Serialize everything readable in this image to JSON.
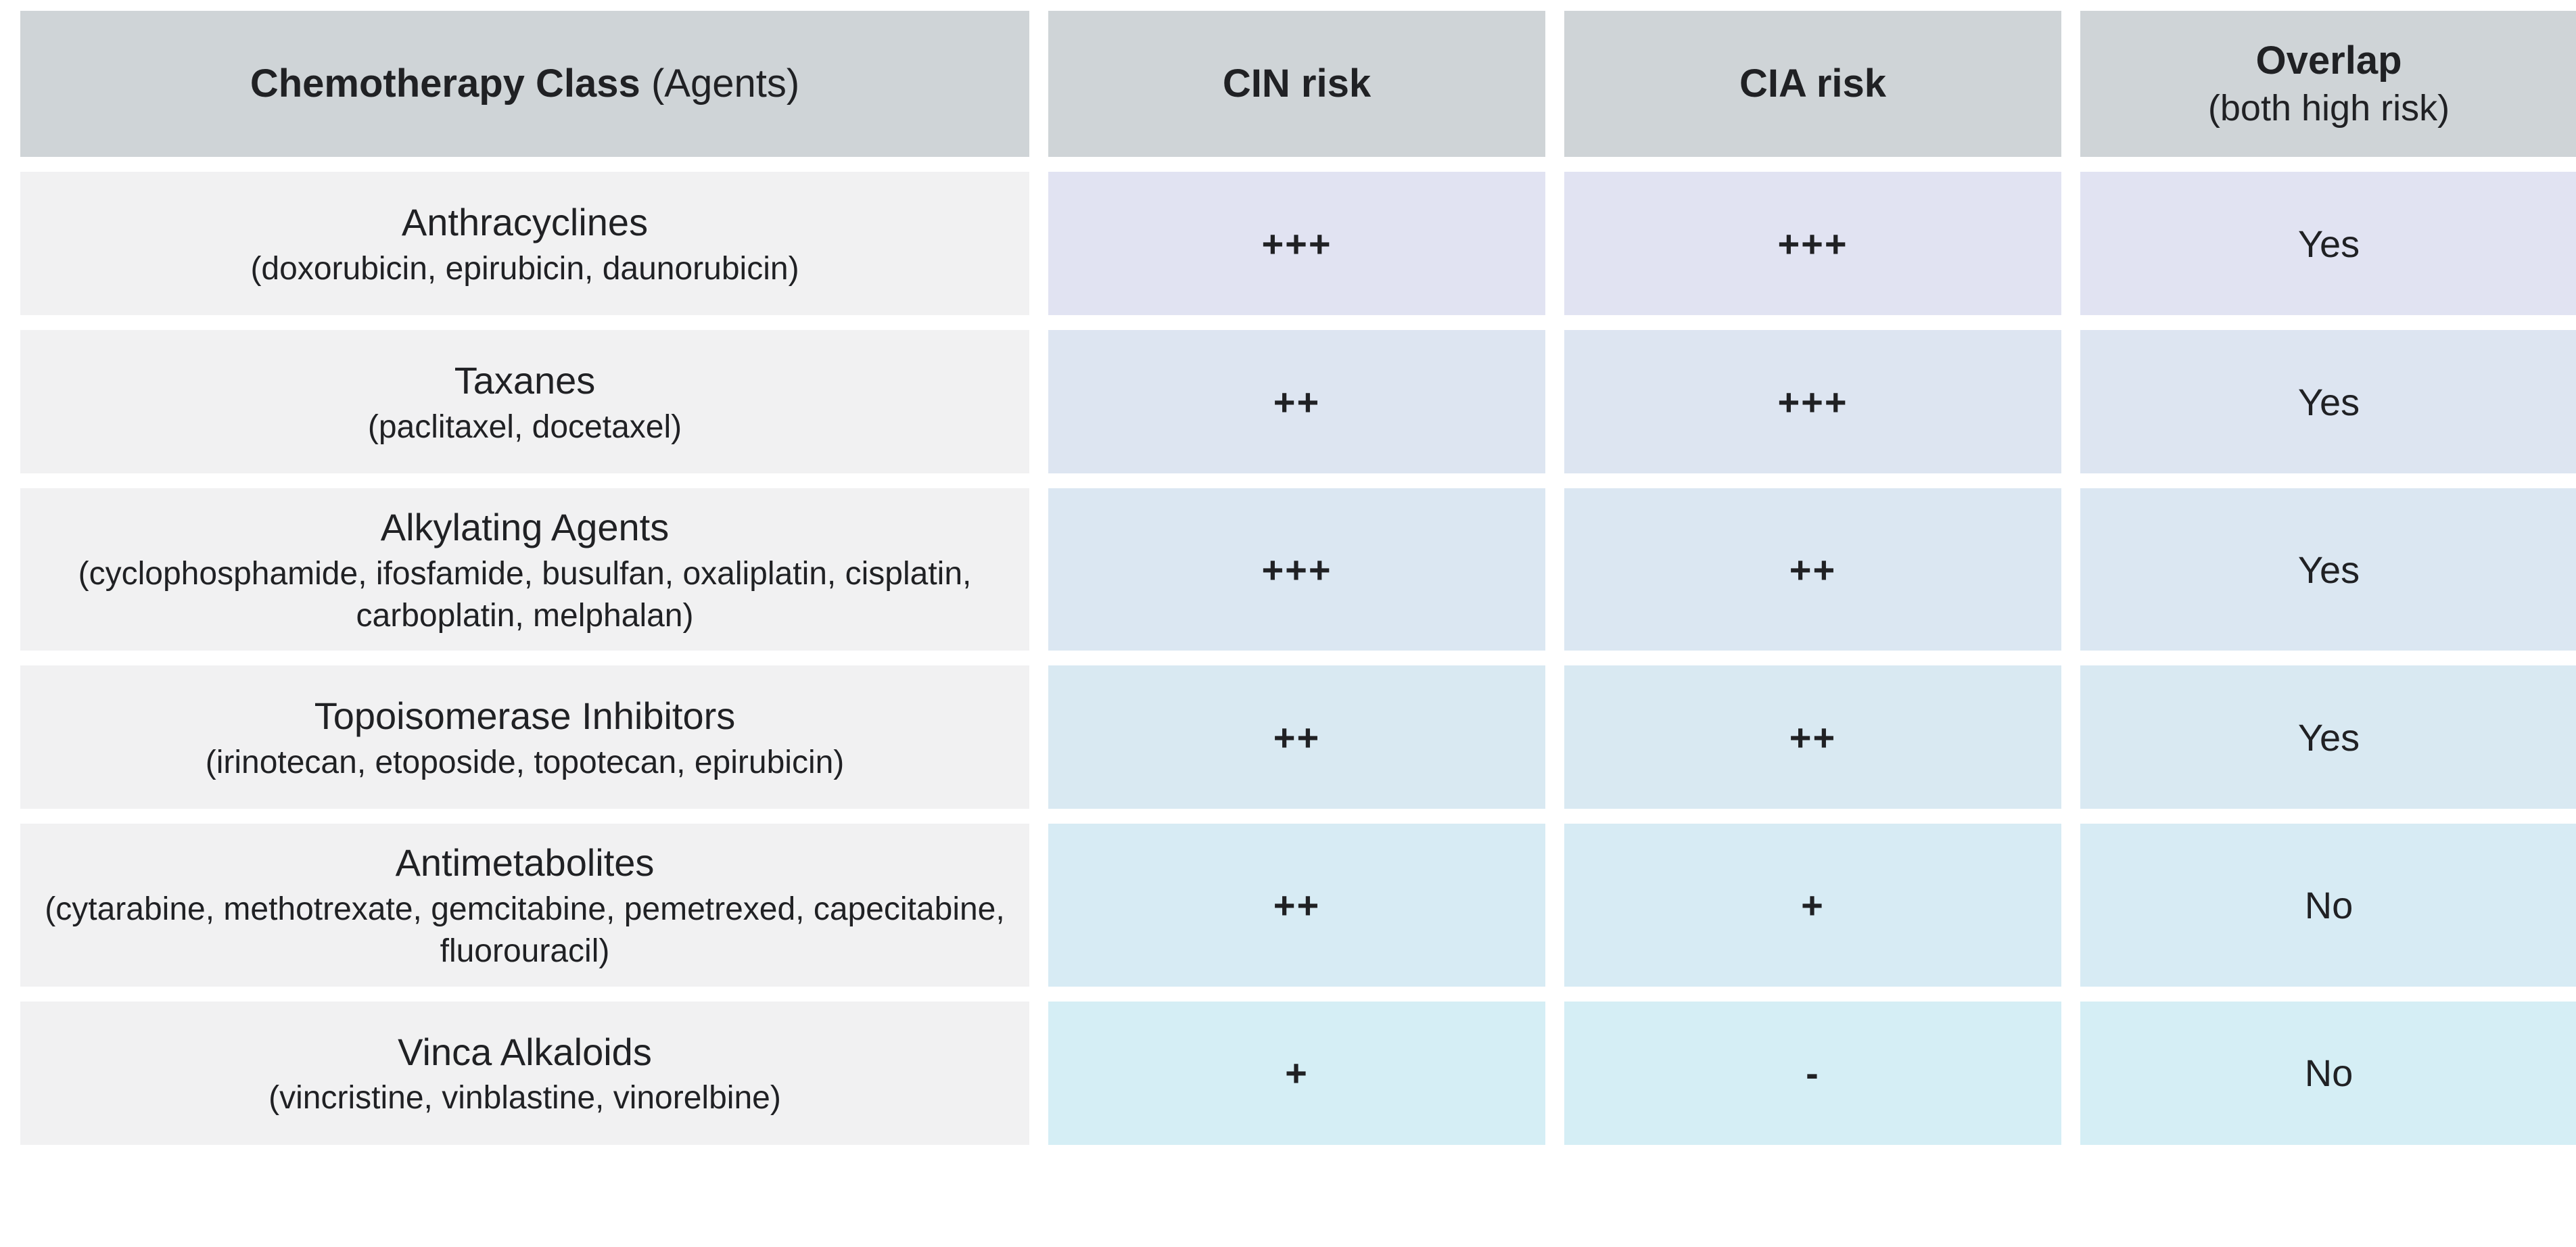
{
  "colors": {
    "header_bg": "#cfd4d7",
    "class_column_bg": "#f1f1f2",
    "text": "#202124",
    "page_bg": "#ffffff"
  },
  "table": {
    "header": {
      "class_bold": "Chemotherapy Class",
      "class_normal": "(Agents)",
      "cin": "CIN risk",
      "cia": "CIA risk",
      "overlap_bold": "Overlap",
      "overlap_sub": "(both high risk)"
    },
    "rows": [
      {
        "class_name": "Anthracyclines",
        "agents": "(doxorubicin, epirubicin, daunorubicin)",
        "cin": "+++",
        "cia": "+++",
        "overlap": "Yes",
        "tint": "#e1e3f2"
      },
      {
        "class_name": "Taxanes",
        "agents": "(paclitaxel, docetaxel)",
        "cin": "++",
        "cia": "+++",
        "overlap": "Yes",
        "tint": "#dde5f1"
      },
      {
        "class_name": "Alkylating Agents",
        "agents": "(cyclophosphamide, ifosfamide, busulfan, oxaliplatin, cisplatin, carboplatin, melphalan)",
        "cin": "+++",
        "cia": "++",
        "overlap": "Yes",
        "tint": "#dbe7f2"
      },
      {
        "class_name": "Topoisomerase Inhibitors",
        "agents": "(irinotecan, etoposide, topotecan, epirubicin)",
        "cin": "++",
        "cia": "++",
        "overlap": "Yes",
        "tint": "#d9e9f2"
      },
      {
        "class_name": "Antimetabolites",
        "agents": "(cytarabine, methotrexate, gemcitabine, pemetrexed, capecitabine, fluorouracil)",
        "cin": "++",
        "cia": "+",
        "overlap": "No",
        "tint": "#d7ebf4"
      },
      {
        "class_name": "Vinca Alkaloids",
        "agents": "(vincristine, vinblastine, vinorelbine)",
        "cin": "+",
        "cia": "-",
        "overlap": "No",
        "tint": "#d5eef5"
      }
    ]
  },
  "chart_data": {
    "type": "table",
    "title": "Chemotherapy class risk of CIN and CIA",
    "columns": [
      "Chemotherapy Class (Agents)",
      "CIN risk",
      "CIA risk",
      "Overlap (both high risk)"
    ],
    "rows": [
      [
        "Anthracyclines (doxorubicin, epirubicin, daunorubicin)",
        "+++",
        "+++",
        "Yes"
      ],
      [
        "Taxanes (paclitaxel, docetaxel)",
        "++",
        "+++",
        "Yes"
      ],
      [
        "Alkylating Agents (cyclophosphamide, ifosfamide, busulfan, oxaliplatin, cisplatin, carboplatin, melphalan)",
        "+++",
        "++",
        "Yes"
      ],
      [
        "Topoisomerase Inhibitors (irinotecan, etoposide, topotecan, epirubicin)",
        "++",
        "++",
        "Yes"
      ],
      [
        "Antimetabolites (cytarabine, methotrexate, gemcitabine, pemetrexed, capecitabine, fluorouracil)",
        "++",
        "+",
        "No"
      ],
      [
        "Vinca Alkaloids (vincristine, vinblastine, vinorelbine)",
        "+",
        "-",
        "No"
      ]
    ],
    "layout_hints": {
      "row_value_cell_tints_top_to_bottom": [
        "#e1e3f2",
        "#dde5f1",
        "#dbe7f2",
        "#d9e9f2",
        "#d7ebf4",
        "#d5eef5"
      ],
      "header_background": "#cfd4d7",
      "class_column_background": "#f1f1f2",
      "gridlines": "white gutters between all cells"
    }
  }
}
